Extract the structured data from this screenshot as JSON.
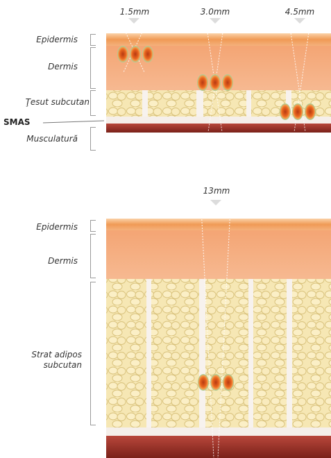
{
  "diagram1": {
    "depths": [
      "1.5mm",
      "3.0mm",
      "4.5mm"
    ],
    "layers": {
      "epidermis": "Epidermis",
      "dermis": "Dermis",
      "subcutaneous": "Ţesut subcutan",
      "smas": "SMAS",
      "muscle": "Musculatură"
    }
  },
  "diagram2": {
    "depth": "13mm",
    "layers": {
      "epidermis": "Epidermis",
      "dermis": "Dermis",
      "fat_line1": "Strat adipos",
      "fat_line2": "subcutan"
    }
  },
  "colors": {
    "epidermis": "#f0a866",
    "dermis": "#f3a57a",
    "fat": "#f3e2a6",
    "muscle": "#8c2a22",
    "focal_outer": "#8fcf9a",
    "focal_inner": "#e2571b",
    "marker": "#dcdcdc"
  }
}
